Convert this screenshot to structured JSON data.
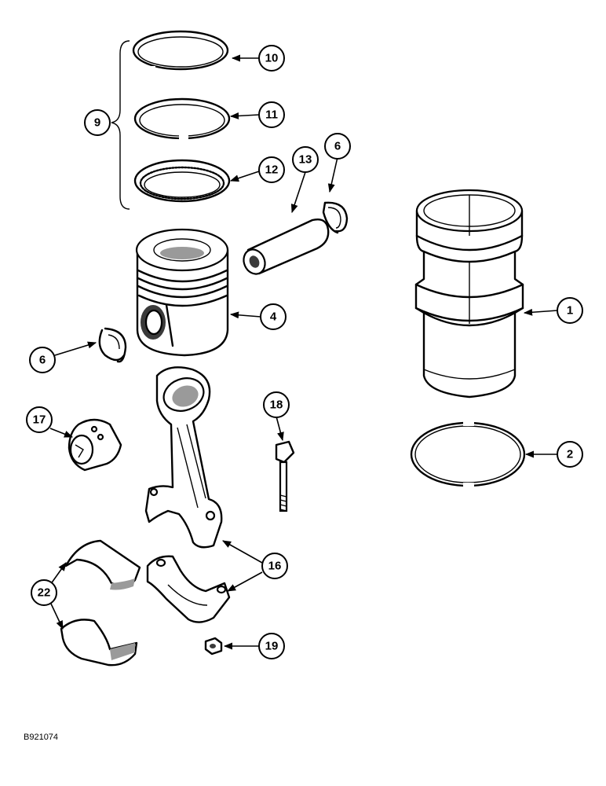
{
  "callouts": {
    "c1": "1",
    "c2": "2",
    "c4": "4",
    "c6a": "6",
    "c6b": "6",
    "c9": "9",
    "c10": "10",
    "c11": "11",
    "c12": "12",
    "c13": "13",
    "c16": "16",
    "c17": "17",
    "c18": "18",
    "c19": "19",
    "c22": "22"
  },
  "figure_id": "B921074"
}
